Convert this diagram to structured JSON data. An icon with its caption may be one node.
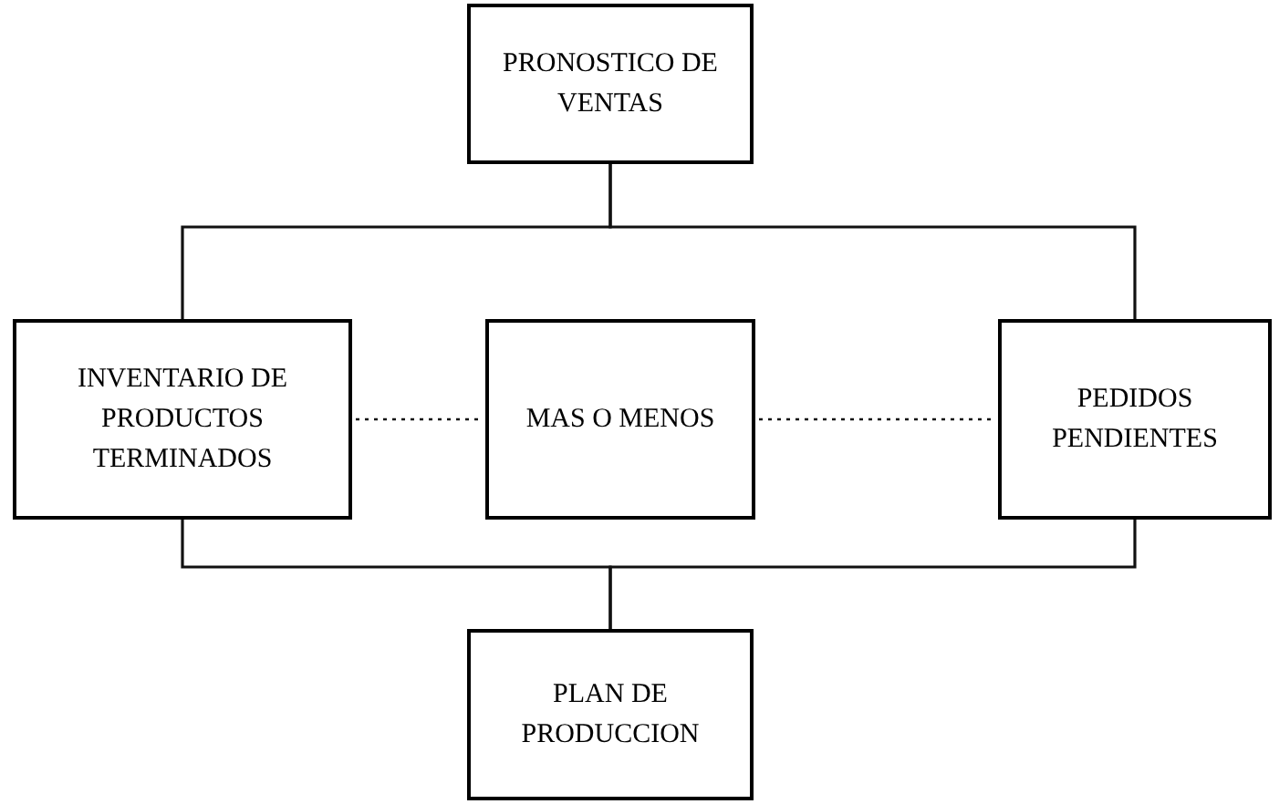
{
  "diagram": {
    "nodes": [
      {
        "text": [
          "PRONOSTICO DE VENTAS"
        ]
      },
      {
        "text": [
          "INVENTARIO DE PRODUCTOS TERMINADOS"
        ]
      },
      {
        "text": [
          "MAS O MENOS"
        ]
      },
      {
        "text": [
          "PEDIDOS PENDIENTES"
        ]
      },
      {
        "text": [
          "PLAN DE PRODUCCION"
        ]
      }
    ],
    "edges": [
      {
        "from": 0,
        "to": 1,
        "arrow": "none"
      },
      {
        "from": 0,
        "to": 3,
        "arrow": "none"
      },
      {
        "from": 1,
        "to": 2,
        "arrow": "none",
        "style": "dashed"
      },
      {
        "from": 2,
        "to": 3,
        "arrow": "none",
        "style": "dashed"
      },
      {
        "from": 1,
        "to": 4,
        "arrow": "none"
      },
      {
        "from": 3,
        "to": 4,
        "arrow": "none"
      }
    ]
  }
}
